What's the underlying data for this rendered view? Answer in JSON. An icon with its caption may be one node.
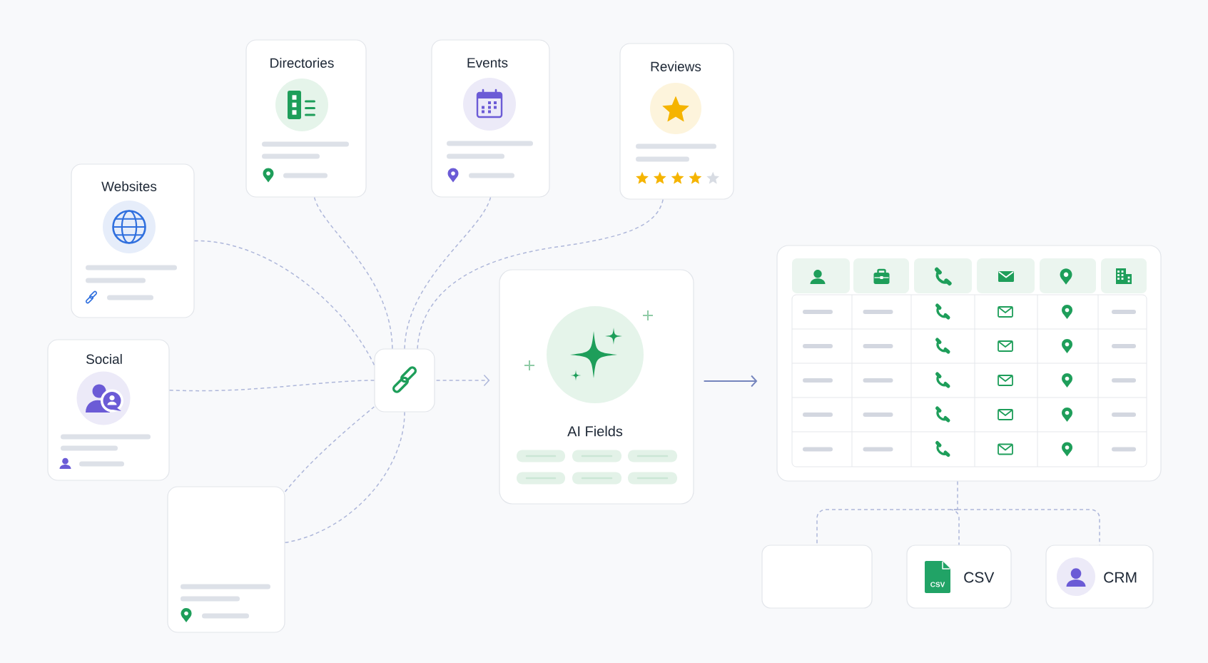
{
  "diagram": {
    "nodes": [
      {
        "text": [
          "Directories"
        ]
      },
      {
        "text": [
          "Events"
        ]
      },
      {
        "text": [
          "Reviews"
        ]
      },
      {
        "text": [
          "Websites"
        ]
      },
      {
        "text": [
          "Social"
        ]
      },
      {
        "text": [],
        "shape": "box"
      },
      {
        "text": [],
        "shape": "box"
      },
      {
        "text": [
          "AI Fields"
        ]
      },
      {
        "text": [],
        "shape": "table"
      },
      {
        "text": [],
        "shape": "box"
      },
      {
        "text": [
          "CSV",
          "CSV"
        ]
      },
      {
        "text": [
          "CRM"
        ]
      }
    ],
    "edges": [
      {
        "from": 3,
        "to": 6,
        "arrow": "none",
        "style": "dashed"
      },
      {
        "from": 0,
        "to": 6,
        "arrow": "none",
        "style": "dashed"
      },
      {
        "from": 1,
        "to": 6,
        "arrow": "none",
        "style": "dashed"
      },
      {
        "from": 2,
        "to": 6,
        "arrow": "none",
        "style": "dashed"
      },
      {
        "from": 4,
        "to": 6,
        "arrow": "none",
        "style": "dashed"
      },
      {
        "from": 5,
        "to": 6,
        "arrow": "none",
        "style": "dashed"
      },
      {
        "from": 5,
        "to": 6,
        "arrow": "none",
        "style": "dashed"
      },
      {
        "from": 6,
        "to": 7,
        "arrow": "to",
        "style": "dashed"
      },
      {
        "from": 7,
        "to": 8,
        "arrow": "to",
        "color": "#7585bd"
      },
      {
        "from": 8,
        "to": 9,
        "arrow": "none",
        "style": "dashed"
      },
      {
        "from": 8,
        "to": 10,
        "arrow": "none",
        "style": "dashed"
      },
      {
        "from": 8,
        "to": 11,
        "arrow": "none",
        "style": "dashed"
      }
    ]
  }
}
